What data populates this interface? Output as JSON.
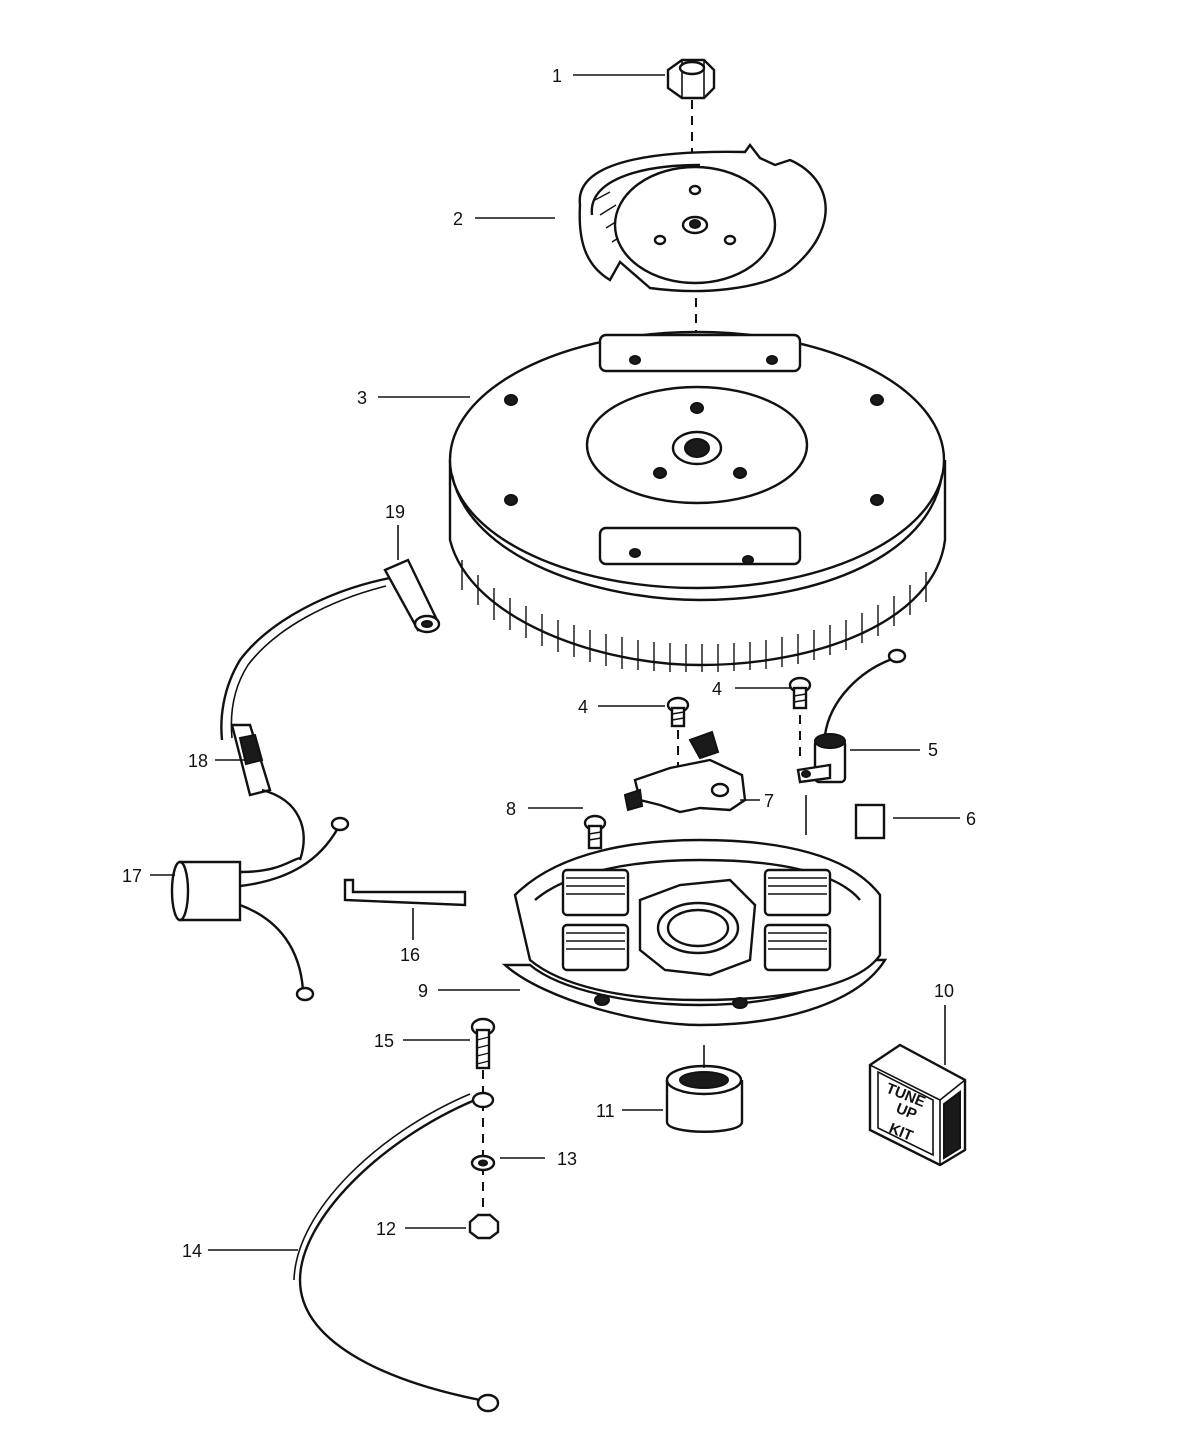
{
  "callouts": [
    {
      "id": "1",
      "text": "1"
    },
    {
      "id": "2",
      "text": "2"
    },
    {
      "id": "3",
      "text": "3"
    },
    {
      "id": "4a",
      "text": "4"
    },
    {
      "id": "4b",
      "text": "4"
    },
    {
      "id": "5",
      "text": "5"
    },
    {
      "id": "6",
      "text": "6"
    },
    {
      "id": "7",
      "text": "7"
    },
    {
      "id": "8",
      "text": "8"
    },
    {
      "id": "9",
      "text": "9"
    },
    {
      "id": "10",
      "text": "10"
    },
    {
      "id": "11",
      "text": "11"
    },
    {
      "id": "12",
      "text": "12"
    },
    {
      "id": "13",
      "text": "13"
    },
    {
      "id": "14",
      "text": "14"
    },
    {
      "id": "15",
      "text": "15"
    },
    {
      "id": "16",
      "text": "16"
    },
    {
      "id": "17",
      "text": "17"
    },
    {
      "id": "18",
      "text": "18"
    },
    {
      "id": "19",
      "text": "19"
    }
  ],
  "tune_up_kit": {
    "line1": "TUNE",
    "line2": "UP",
    "line3": "KIT"
  },
  "colors": {
    "ink": "#111111",
    "paper": "#ffffff"
  }
}
